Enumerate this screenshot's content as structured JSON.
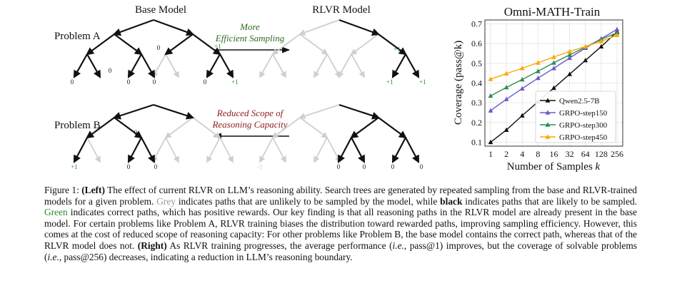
{
  "left_figure": {
    "base_title": "Base Model",
    "rlvr_title": "RLVR Model",
    "problem_a": "Problem A",
    "problem_b": "Problem B",
    "arrow_right_line1": "More",
    "arrow_right_line2": "Efficient Sampling",
    "arrow_left_line1": "Reduced Scope of",
    "arrow_left_line2": "Reasoning Capacity",
    "reward_zero": "0",
    "reward_pos": "+1",
    "reward_neg": "-1"
  },
  "colors": {
    "black_path": "#111111",
    "grey_path": "#cfcfcf",
    "green": "#2e8b2e",
    "red_text": "#8b1a1a",
    "arrow_green_text": "#2e6b1e"
  },
  "chart_data": {
    "type": "line",
    "title": "Omni-MATH-Train",
    "xlabel": "Number of Samples k",
    "ylabel": "Coverage (pass@k)",
    "x": [
      1,
      2,
      4,
      8,
      16,
      32,
      64,
      128,
      256
    ],
    "x_tick_labels": [
      "1",
      "2",
      "4",
      "8",
      "16",
      "32",
      "64",
      "128",
      "256"
    ],
    "x_scale": "log2",
    "y_ticks": [
      "0.1",
      "0.2",
      "0.3",
      "0.4",
      "0.5",
      "0.6",
      "0.7"
    ],
    "ylim": [
      0.08,
      0.72
    ],
    "grid": true,
    "legend_position": "center-right",
    "series": [
      {
        "name": "Qwen2.5-7B",
        "color": "#111111",
        "marker": "triangle",
        "values": [
          0.1,
          0.162,
          0.235,
          0.305,
          0.375,
          0.445,
          0.515,
          0.585,
          0.66
        ]
      },
      {
        "name": "GRPO-step150",
        "color": "#6a5acd",
        "marker": "triangle",
        "values": [
          0.26,
          0.318,
          0.372,
          0.425,
          0.475,
          0.527,
          0.578,
          0.625,
          0.672
        ]
      },
      {
        "name": "GRPO-step300",
        "color": "#2e8b57",
        "marker": "triangle",
        "values": [
          0.335,
          0.378,
          0.418,
          0.46,
          0.503,
          0.543,
          0.582,
          0.622,
          0.655
        ]
      },
      {
        "name": "GRPO-step450",
        "color": "#ffa500",
        "marker": "triangle",
        "values": [
          0.42,
          0.448,
          0.475,
          0.503,
          0.532,
          0.56,
          0.585,
          0.612,
          0.643
        ]
      }
    ]
  },
  "caption": {
    "p01": "Figure 1: ",
    "p02": "(Left)",
    "p03": " The effect of current RLVR on LLM’s reasoning ability. Search trees are generated by repeated sampling from the base and RLVR-trained models for a given problem. ",
    "p04": "Grey",
    "p05": " indicates paths that are unlikely to be sampled by the model, while ",
    "p06": "black",
    "p07": " indicates paths that are likely to be sampled. ",
    "p08": "Green",
    "p09": " indicates correct paths, which has positive rewards. Our key finding is that all reasoning paths in the RLVR model are already present in the base model. For certain problems like Problem A, RLVR training biases the distribution toward rewarded paths, improving sampling efficiency. However, this comes at the cost of reduced scope of reasoning capacity: For other problems like Problem B, the base model contains the correct path, whereas that of the RLVR model does not. ",
    "p10": "(Right)",
    "p11": " As RLVR training progresses, the average performance (",
    "p12": "i.e.",
    "p13": ", pass@1) improves, but the coverage of solvable problems (",
    "p14": "i.e.",
    "p15": ", pass@256) decreases, indicating a reduction in LLM’s reasoning boundary."
  }
}
